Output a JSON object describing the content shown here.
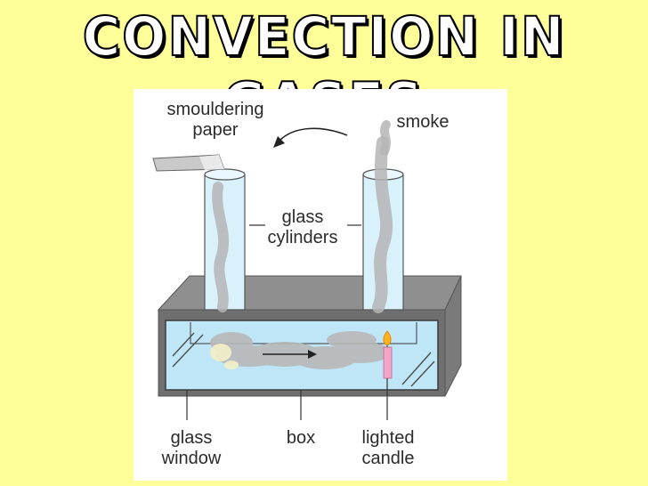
{
  "title": "CONVECTION IN GASES",
  "labels": {
    "smouldering_paper": [
      "smouldering",
      "paper"
    ],
    "smoke": "smoke",
    "glass_cylinders": [
      "glass",
      "cylinders"
    ],
    "glass_window": [
      "glass",
      "window"
    ],
    "box": "box",
    "lighted_candle": [
      "lighted",
      "candle"
    ]
  },
  "colors": {
    "background": "#ffff99",
    "box_top": "#8f8f8f",
    "box_frame": "#6f6f6f",
    "window": "#bfe6f7",
    "cylinder": "#d8f1fb",
    "smoke": "#b8b8b8",
    "candle": "#f2a6c8",
    "flame": "#ffb21c"
  }
}
